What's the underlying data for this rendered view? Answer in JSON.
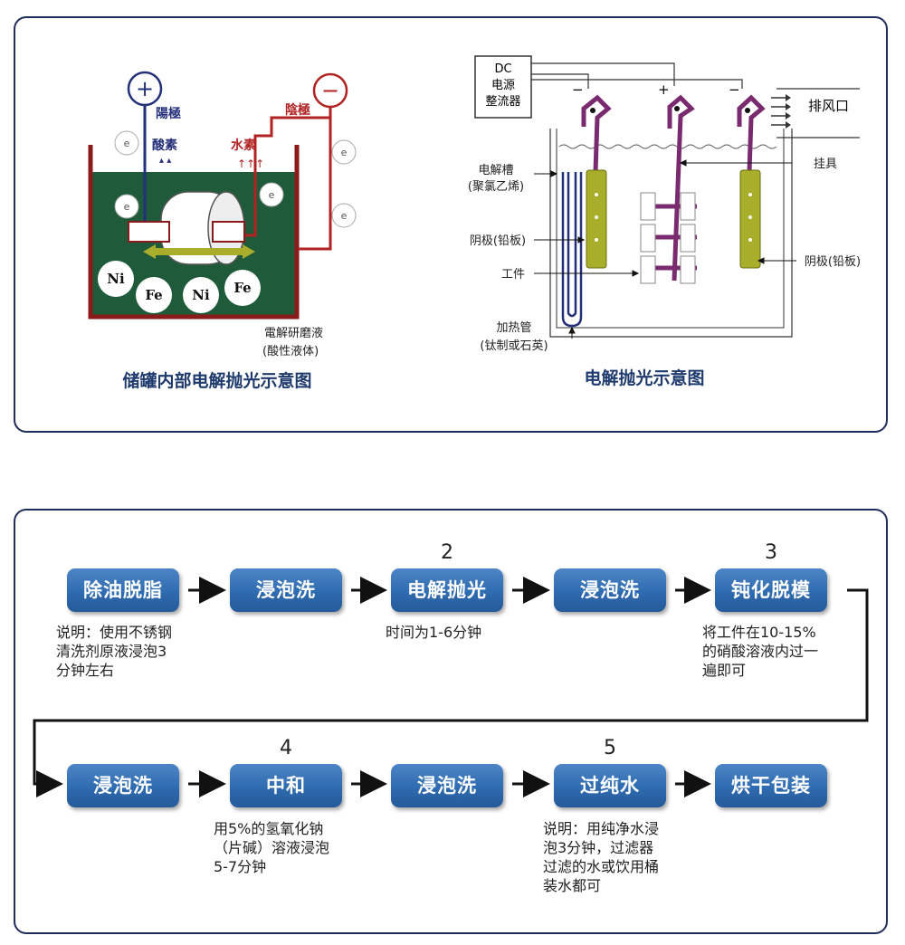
{
  "top_panel": {
    "left_diagram": {
      "caption": "储罐内部电解抛光示意图",
      "plus_sign": "+",
      "minus_sign": "−",
      "anode_label": "陽極",
      "cathode_label": "陰極",
      "oxygen_label": "酸素",
      "hydrogen_label": "水素",
      "electron_symbol": "e",
      "ions": [
        "Ni",
        "Fe",
        "Ni",
        "Fe"
      ],
      "electrolyte_label_line1": "電解研磨液",
      "electrolyte_label_line2": "(酸性液体)",
      "colors": {
        "tank_border": "#8b1a1a",
        "electrolyte": "#1f5a3a",
        "anode_wire": "#24307a",
        "cathode_wire": "#b22222"
      }
    },
    "right_diagram": {
      "caption": "电解抛光示意图",
      "power_box": [
        "DC",
        "电源",
        "整流器"
      ],
      "pole_minus_left": "−",
      "pole_plus": "+",
      "pole_minus_right": "−",
      "exhaust_label": "排风口",
      "hanger_label": "挂具",
      "tank_label_line1": "电解槽",
      "tank_label_line2": "(聚氯乙烯)",
      "cathode_left_label": "阴极(铅板)",
      "cathode_right_label": "阴极(铅板)",
      "workpiece_label": "工件",
      "heater_label_line1": "加热管",
      "heater_label_line2": "(钛制或石英)",
      "colors": {
        "hanger": "#7a2a6e",
        "lead_plate": "#a8ad2a",
        "heater": "#24307a"
      }
    }
  },
  "process_flow": {
    "row1": [
      {
        "number": "",
        "label": "除油脱脂",
        "note": [
          "说明：使用不锈钢",
          "清洗剂原液浸泡3",
          "分钟左右"
        ]
      },
      {
        "number": "",
        "label": "浸泡洗",
        "note": []
      },
      {
        "number": "2",
        "label": "电解抛光",
        "note": [
          "时间为1-6分钟"
        ]
      },
      {
        "number": "",
        "label": "浸泡洗",
        "note": []
      },
      {
        "number": "3",
        "label": "钝化脱模",
        "note": [
          "将工件在10-15%",
          "的硝酸溶液内过一",
          "遍即可"
        ]
      }
    ],
    "row2": [
      {
        "number": "",
        "label": "浸泡洗",
        "note": []
      },
      {
        "number": "4",
        "label": "中和",
        "note": [
          "用5%的氢氧化钠",
          "（片碱）溶液浸泡",
          "5-7分钟"
        ]
      },
      {
        "number": "",
        "label": "浸泡洗",
        "note": []
      },
      {
        "number": "5",
        "label": "过纯水",
        "note": [
          "说明：用纯净水浸",
          "泡3分钟，过滤器",
          "过滤的水或饮用桶",
          "装水都可"
        ]
      },
      {
        "number": "",
        "label": "烘干包装",
        "note": []
      }
    ],
    "colors": {
      "step_fill": "#2f6bb0",
      "arrow": "#111111"
    }
  }
}
